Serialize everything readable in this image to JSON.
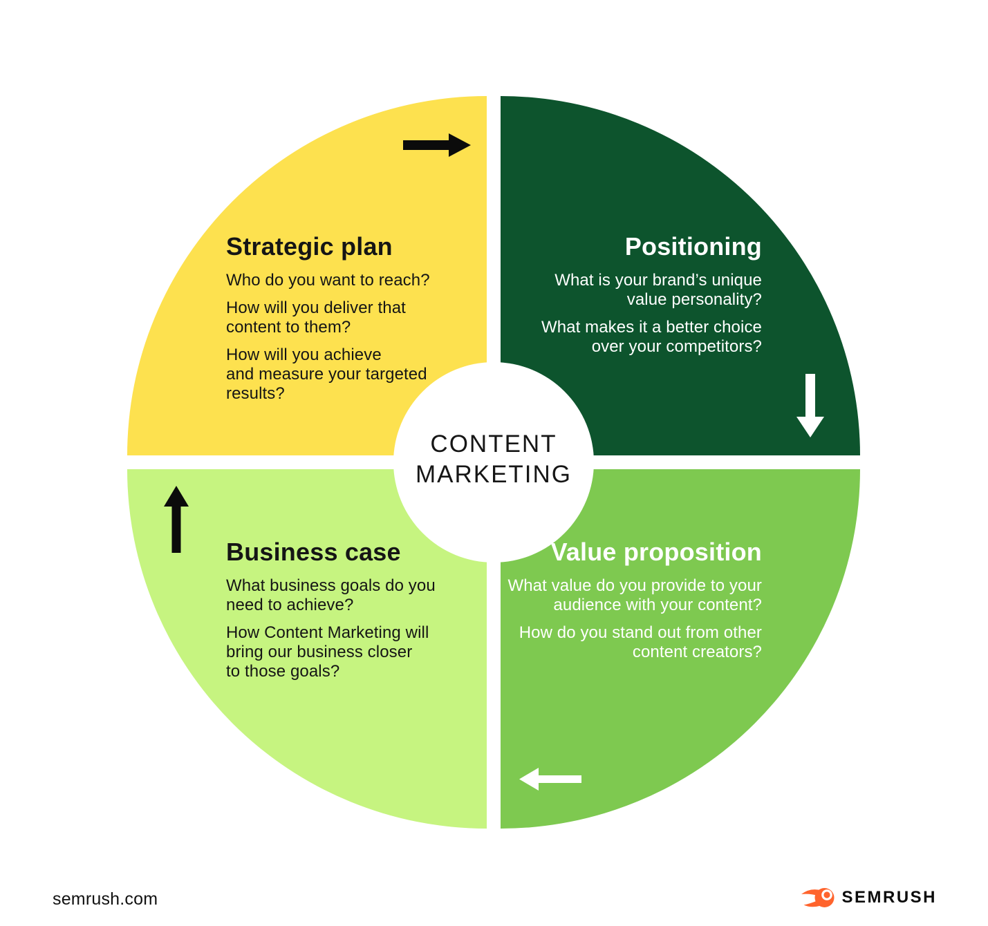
{
  "center": {
    "title_line1": "CONTENT",
    "title_line2": "MARKETING"
  },
  "quadrants": {
    "strategic_plan": {
      "title": "Strategic plan",
      "color": "#FDE14F",
      "text_color": "#151515",
      "items": [
        "Who do you want to reach?",
        "How will you deliver that\ncontent to them?",
        "How will you achieve\nand measure your targeted\nresults?"
      ]
    },
    "positioning": {
      "title": "Positioning",
      "color": "#0D542D",
      "text_color": "#FFFFFF",
      "items": [
        "What is your brand’s unique\nvalue personality?",
        "What makes it a better choice\nover your competitors?"
      ]
    },
    "business_case": {
      "title": "Business case",
      "color": "#C6F480",
      "text_color": "#151515",
      "items": [
        "What business goals do you\nneed to achieve?",
        "How Content Marketing will\nbring our business closer\nto those goals?"
      ]
    },
    "value_proposition": {
      "title": "Value proposition",
      "color": "#7EC950",
      "text_color": "#FFFFFF",
      "items": [
        "What value do you provide to your\naudience with your content?",
        "How do you stand out from other\ncontent creators?"
      ]
    }
  },
  "arrows": {
    "black": "#0B0B0B",
    "white": "#FFFFFF"
  },
  "footer": {
    "website": "semrush.com",
    "brand": "SEMRUSH",
    "brand_orange": "#FF642D"
  }
}
